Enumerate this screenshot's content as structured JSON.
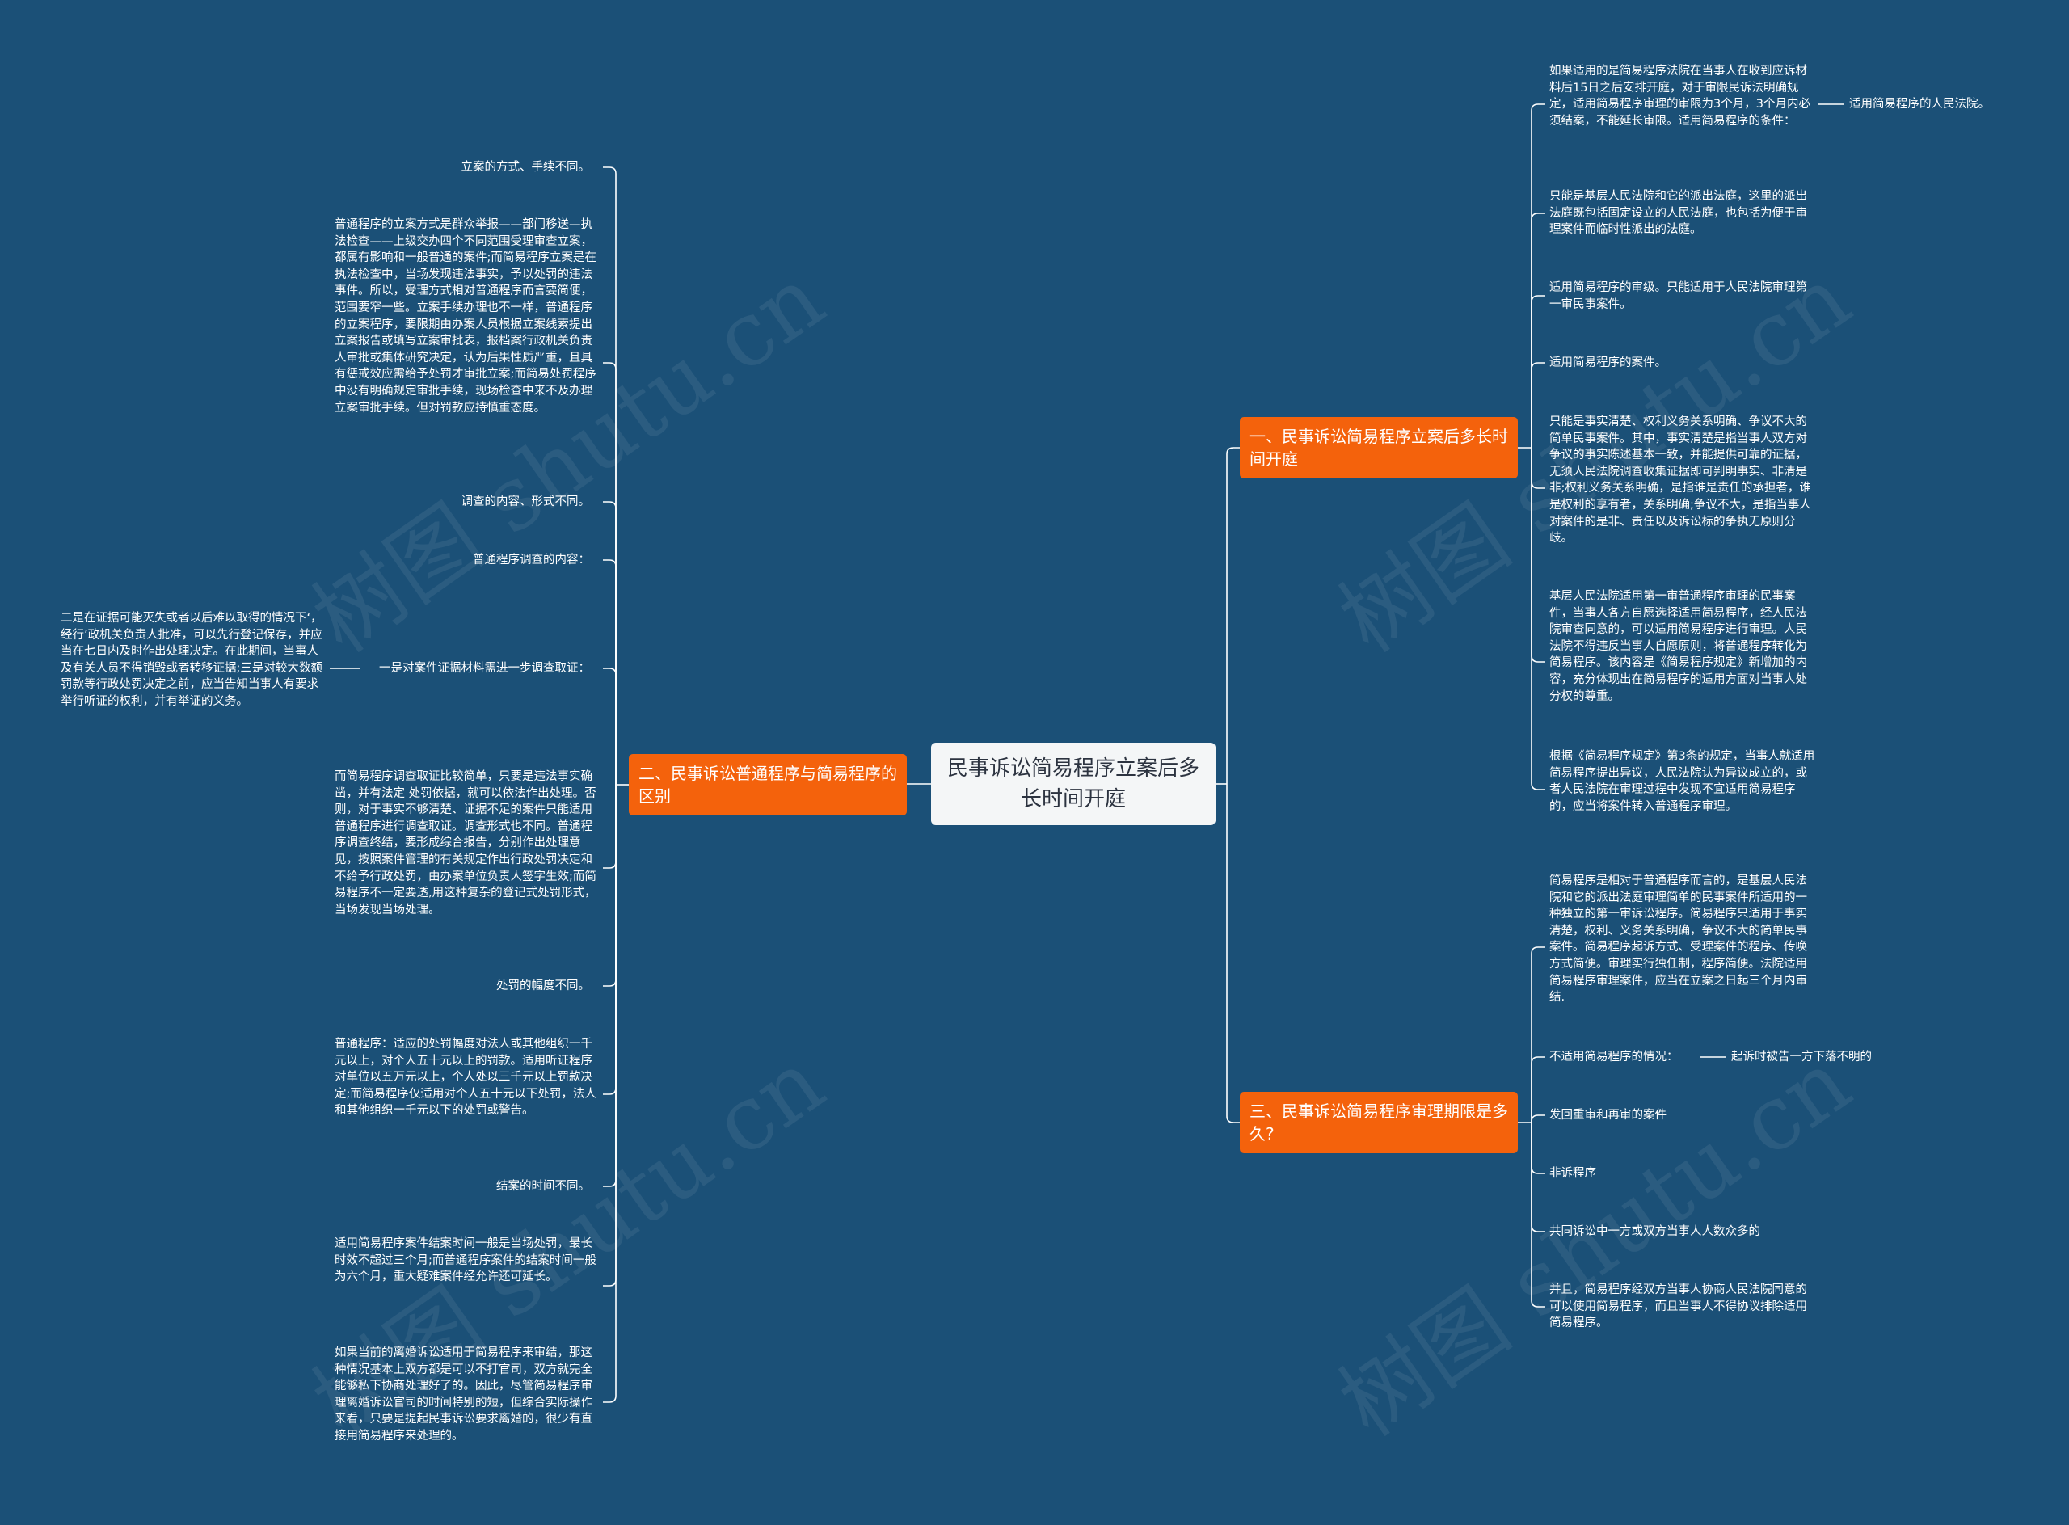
{
  "root": {
    "title": "民事诉讼简易程序立案后多长时间开庭"
  },
  "watermark": "树图 shutu.cn",
  "branches": {
    "b1": {
      "title": "一、民事诉讼简易程序立案后多长时间开庭",
      "items": [
        "如果适用的是简易程序法院在当事人在收到应诉材料后15日之后安排开庭，对于审限民诉法明确规定，适用简易程序审理的审限为3个月，3个月内必须结案，不能延长审限。适用简易程序的条件：",
        "只能是基层人民法院和它的派出法庭，这里的派出法庭既包括固定设立的人民法庭，也包括为便于审理案件而临时性派出的法庭。",
        "适用简易程序的审级。只能适用于人民法院审理第一审民事案件。",
        "适用简易程序的案件。",
        "只能是事实清楚、权利义务关系明确、争议不大的简单民事案件。其中，事实清楚是指当事人双方对争议的事实陈述基本一致，并能提供可靠的证据，无须人民法院调查收集证据即可判明事实、非清是非;权利义务关系明确，是指谁是责任的承担者，谁是权利的享有者，关系明确;争议不大，是指当事人对案件的是非、责任以及诉讼标的争执无原则分歧。",
        "基层人民法院适用第一审普通程序审理的民事案件，当事人各方自愿选择适用简易程序，经人民法院审查同意的，可以适用简易程序进行审理。人民法院不得违反当事人自愿原则，将普通程序转化为简易程序。该内容是《简易程序规定》新增加的内容，充分体现出在简易程序的适用方面对当事人处分权的尊重。",
        "根据《简易程序规定》第3条的规定，当事人就适用简易程序提出异议，人民法院认为异议成立的，或者人民法院在审理过程中发现不宜适用简易程序的，应当将案件转入普通程序审理。"
      ],
      "sub0": "适用简易程序的人民法院。"
    },
    "b2": {
      "title": "二、民事诉讼普通程序与简易程序的区别",
      "items": [
        "立案的方式、手续不同。",
        "普通程序的立案方式是群众举报——部门移送—执法检查——上级交办四个不同范围受理审查立案，都属有影响和一般普通的案件;而简易程序立案是在执法检查中，当场发现违法事实，予以处罚的违法事件。所以，受理方式相对普通程序而言要简便，范围要窄一些。立案手续办理也不一样，普通程序的立案程序，要限期由办案人员根据立案线索提出立案报告或填写立案审批表，报档案行政机关负责人审批或集体研究决定，认为后果性质严重，且具有惩戒效应需给予处罚才审批立案;而简易处罚程序中没有明确规定审批手续，现场检查中来不及办理立案审批手续。但对罚款应持慎重态度。",
        "调查的内容、形式不同。",
        "普通程序调查的内容：",
        "一是对案件证据材料需进一步调查取证：",
        "而简易程序调查取证比较简单，只要是违法事实确凿，并有法定 处罚依据，就可以依法作出处理。否则，对于事实不够清楚、证据不足的案件只能适用普通程序进行调查取证。调查形式也不同。普通程序调查终结，要形成综合报告，分别作出处理意见，按照案件管理的有关规定作出行政处罚决定和不给予行政处罚，由办案单位负责人签字生效;而简易程序不一定要透,用这种复杂的登记式处罚形式，当场发现当场处理。",
        "处罚的幅度不同。",
        "普通程序：适应的处罚幅度对法人或其他组织一千元以上，对个人五十元以上的罚款。适用听证程序对单位以五万元以上，个人处以三千元以上罚款决定;而简易程序仅适用对个人五十元以下处罚，法人和其他组织一千元以下的处罚或警告。",
        "结案的时间不同。",
        "适用简易程序案件结案时间一般是当场处罚，最长时效不超过三个月;而普通程序案件的结案时间一般为六个月，重大疑难案件经允许还可延长。",
        "如果当前的离婚诉讼适用于简易程序来审结，那这种情况基本上双方都是可以不打官司，双方就完全能够私下协商处理好了的。因此，尽管简易程序审理离婚诉讼官司的时间特别的短，但综合实际操作来看，只要是提起民事诉讼要求离婚的，很少有直接用简易程序来处理的。"
      ],
      "sub4": "二是在证据可能灭失或者以后难以取得的情况下‘，经行’政机关负责人批准，可以先行登记保存，并应当在七日内及时作出处理决定。在此期间，当事人及有关人员不得销毁或者转移证据;三是对较大数额罚款等行政处罚决定之前，应当告知当事人有要求举行听证的权利，并有举证的义务。"
    },
    "b3": {
      "title": "三、民事诉讼简易程序审理期限是多久?",
      "items": [
        "简易程序是相对于普通程序而言的，是基层人民法院和它的派出法庭审理简单的民事案件所适用的一种独立的第一审诉讼程序。简易程序只适用于事实清楚，权利、义务关系明确，争议不大的简单民事案件。简易程序起诉方式、受理案件的程序、传唤方式简便。审理实行独任制，程序简便。法院适用简易程序审理案件，应当在立案之日起三个月内审结.",
        "不适用简易程序的情况：",
        "发回重审和再审的案件",
        "非诉程序",
        "共同诉讼中一方或双方当事人人数众多的",
        "并且，简易程序经双方当事人协商人民法院同意的可以使用简易程序，而且当事人不得协议排除适用简易程序。"
      ],
      "sub1": "起诉时被告一方下落不明的"
    }
  }
}
